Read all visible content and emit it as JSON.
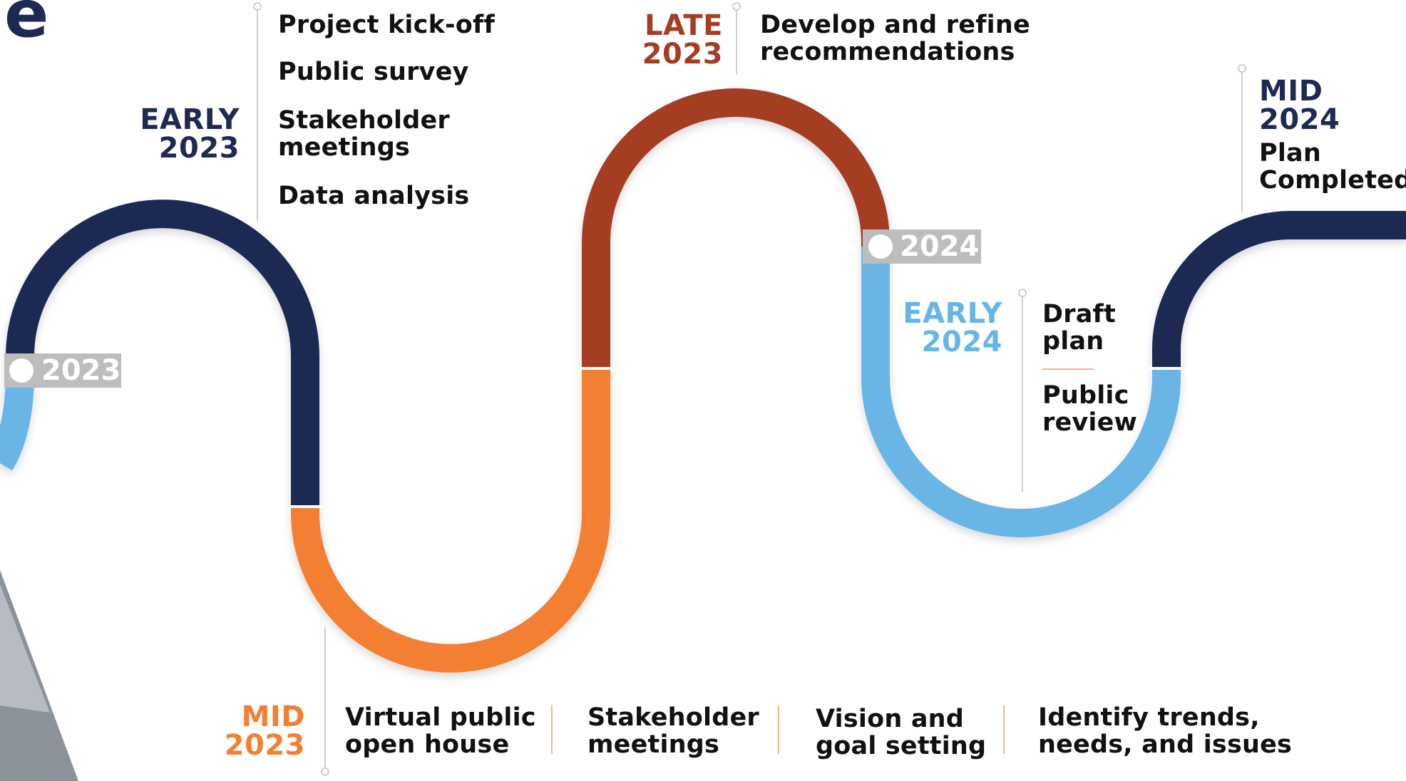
{
  "title_fragment": "e",
  "colors": {
    "navy": "#1f2a52",
    "orange": "#f37f33",
    "rust": "#a43d22",
    "sky": "#67b5e6",
    "badge": "#bdbdbd",
    "line": "#cfcfcf"
  },
  "badges": {
    "b2023": "2023",
    "b2024": "2024"
  },
  "early2023": {
    "period1": "EARLY",
    "period2": "2023",
    "items": [
      "Project kick-off",
      "Public survey",
      "Stakeholder",
      "meetings",
      "Data analysis"
    ]
  },
  "mid2023": {
    "period1": "MID",
    "period2": "2023",
    "items": [
      "Virtual public",
      "open house",
      "Stakeholder",
      "meetings",
      "Vision and",
      "goal setting",
      "Identify trends,",
      "needs, and issues"
    ]
  },
  "late2023": {
    "period1": "LATE",
    "period2": "2023",
    "items": [
      "Develop and refine",
      "recommendations"
    ]
  },
  "early2024": {
    "period1": "EARLY",
    "period2": "2024",
    "items": [
      "Draft",
      "plan",
      "Public",
      "review"
    ]
  },
  "mid2024": {
    "period1": "MID",
    "period2": "2024",
    "items": [
      "Plan",
      "Completed"
    ]
  }
}
